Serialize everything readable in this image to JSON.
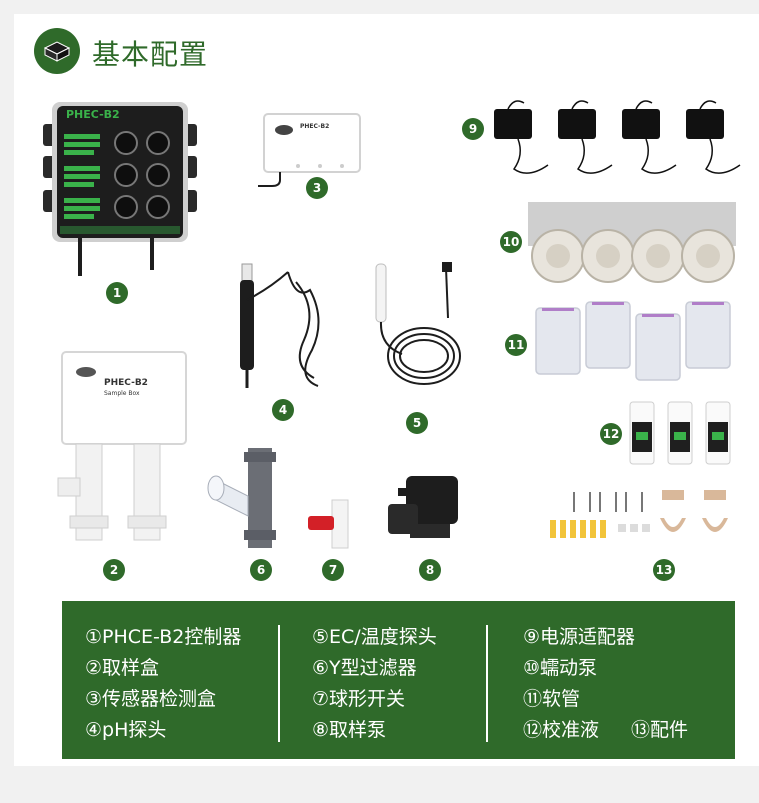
{
  "header": {
    "title": "基本配置"
  },
  "products": {
    "controller_brand": "PHEC-B2",
    "sensor_box_brand": "PHEC-B2",
    "sample_box_brand": "PHEC-B2",
    "sample_box_sub": "Sample Box"
  },
  "numbers": [
    "1",
    "2",
    "3",
    "4",
    "5",
    "6",
    "7",
    "8",
    "9",
    "10",
    "11",
    "12",
    "13"
  ],
  "legend": {
    "col1": [
      "①PHCE-B2控制器",
      "②取样盒",
      "③传感器检测盒",
      "④pH探头"
    ],
    "col2": [
      "⑤EC/温度探头",
      "⑥Y型过滤器",
      "⑦球形开关",
      "⑧取样泵"
    ],
    "col3": [
      "⑨电源适配器",
      "⑩蠕动泵",
      "⑪软管"
    ],
    "col3_last": [
      "⑫校准液",
      "⑬配件"
    ]
  },
  "colors": {
    "brand_green": "#2f6a2a",
    "background": "#f1f1f1"
  }
}
